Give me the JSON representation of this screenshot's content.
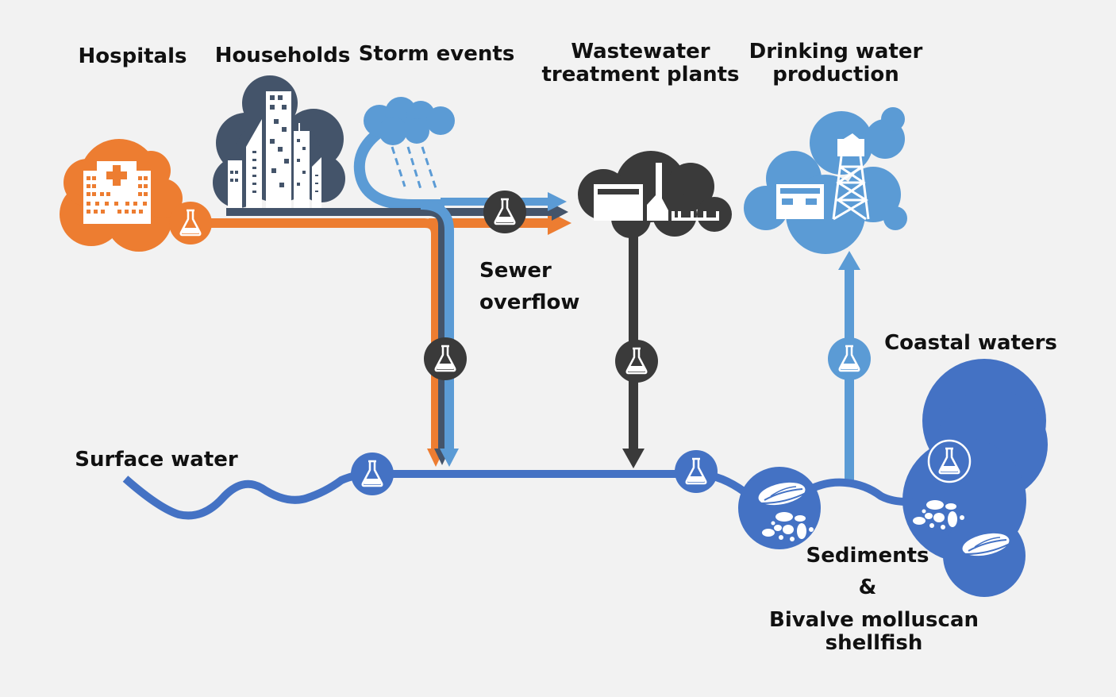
{
  "labels": {
    "hospitals": "Hospitals",
    "households": "Households",
    "storm_events": "Storm events",
    "wwtp_line1": "Wastewater",
    "wwtp_line2": "treatment plants",
    "drinking_line1": "Drinking water",
    "drinking_line2": "production",
    "sewer_line1": "Sewer",
    "sewer_line2": "overflow",
    "coastal_waters": "Coastal waters",
    "surface_water": "Surface water",
    "sediments": "Sediments",
    "ampersand": "&",
    "bivalve_line1": "Bivalve molluscan",
    "bivalve_line2": "shellfish"
  },
  "colors": {
    "background": "#f2f2f2",
    "hospital_orange": "#ed7d31",
    "household_navy": "#44546a",
    "storm_lightblue": "#5b9bd5",
    "wwtp_dark": "#3a3a3a",
    "water_blue": "#4472c4"
  },
  "icons": [
    "hospital-icon",
    "city-buildings-icon",
    "rain-cloud-icon",
    "treatment-plant-icon",
    "water-tower-icon",
    "flask-icon",
    "mussel-icon",
    "sediment-pebbles-icon"
  ]
}
